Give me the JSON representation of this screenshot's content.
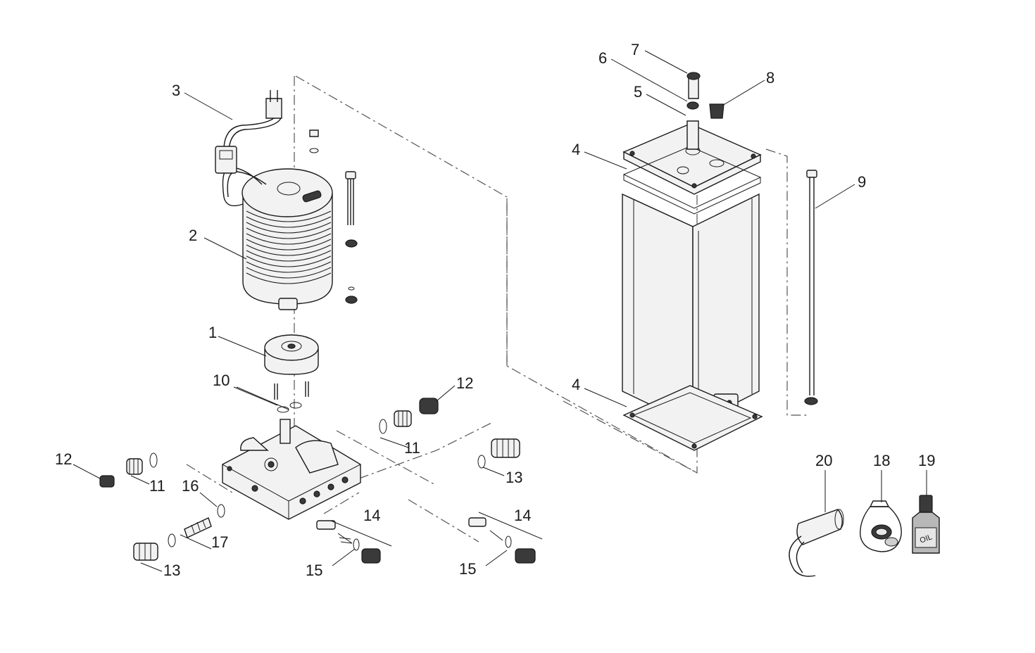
{
  "labels": {
    "p1": "1",
    "p2": "2",
    "p3": "3",
    "p4a": "4",
    "p4b": "4",
    "p5": "5",
    "p6": "6",
    "p7": "7",
    "p8": "8",
    "p9": "9",
    "p10": "10",
    "p11a": "11",
    "p11b": "11",
    "p12a": "12",
    "p12b": "12",
    "p13a": "13",
    "p13b": "13",
    "p14a": "14",
    "p14b": "14",
    "p15a": "15",
    "p15b": "15",
    "p16": "16",
    "p17": "17",
    "p18": "18",
    "p19": "19",
    "p20": "20"
  },
  "bottle_text": "OIL",
  "colors": {
    "bag": "#5ad3a8",
    "line": "#1a1a1a"
  }
}
